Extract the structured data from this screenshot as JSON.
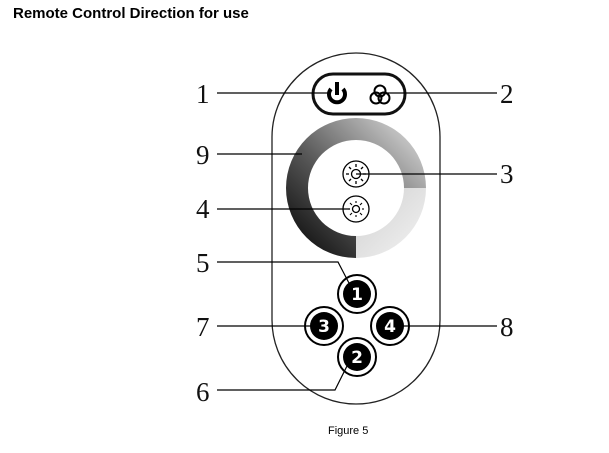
{
  "header": {
    "title": "Remote Control Direction for use"
  },
  "figure": {
    "caption": "Figure 5",
    "callouts": [
      "1",
      "2",
      "3",
      "4",
      "5",
      "6",
      "7",
      "8",
      "9"
    ],
    "buttons": [
      {
        "label": "1",
        "icon": "button-1"
      },
      {
        "label": "2",
        "icon": "button-2"
      },
      {
        "label": "3",
        "icon": "button-3"
      },
      {
        "label": "4",
        "icon": "button-4"
      }
    ],
    "icons": [
      "power-icon",
      "color-circles-icon",
      "brightness-up-icon",
      "brightness-down-icon",
      "touch-ring"
    ]
  }
}
